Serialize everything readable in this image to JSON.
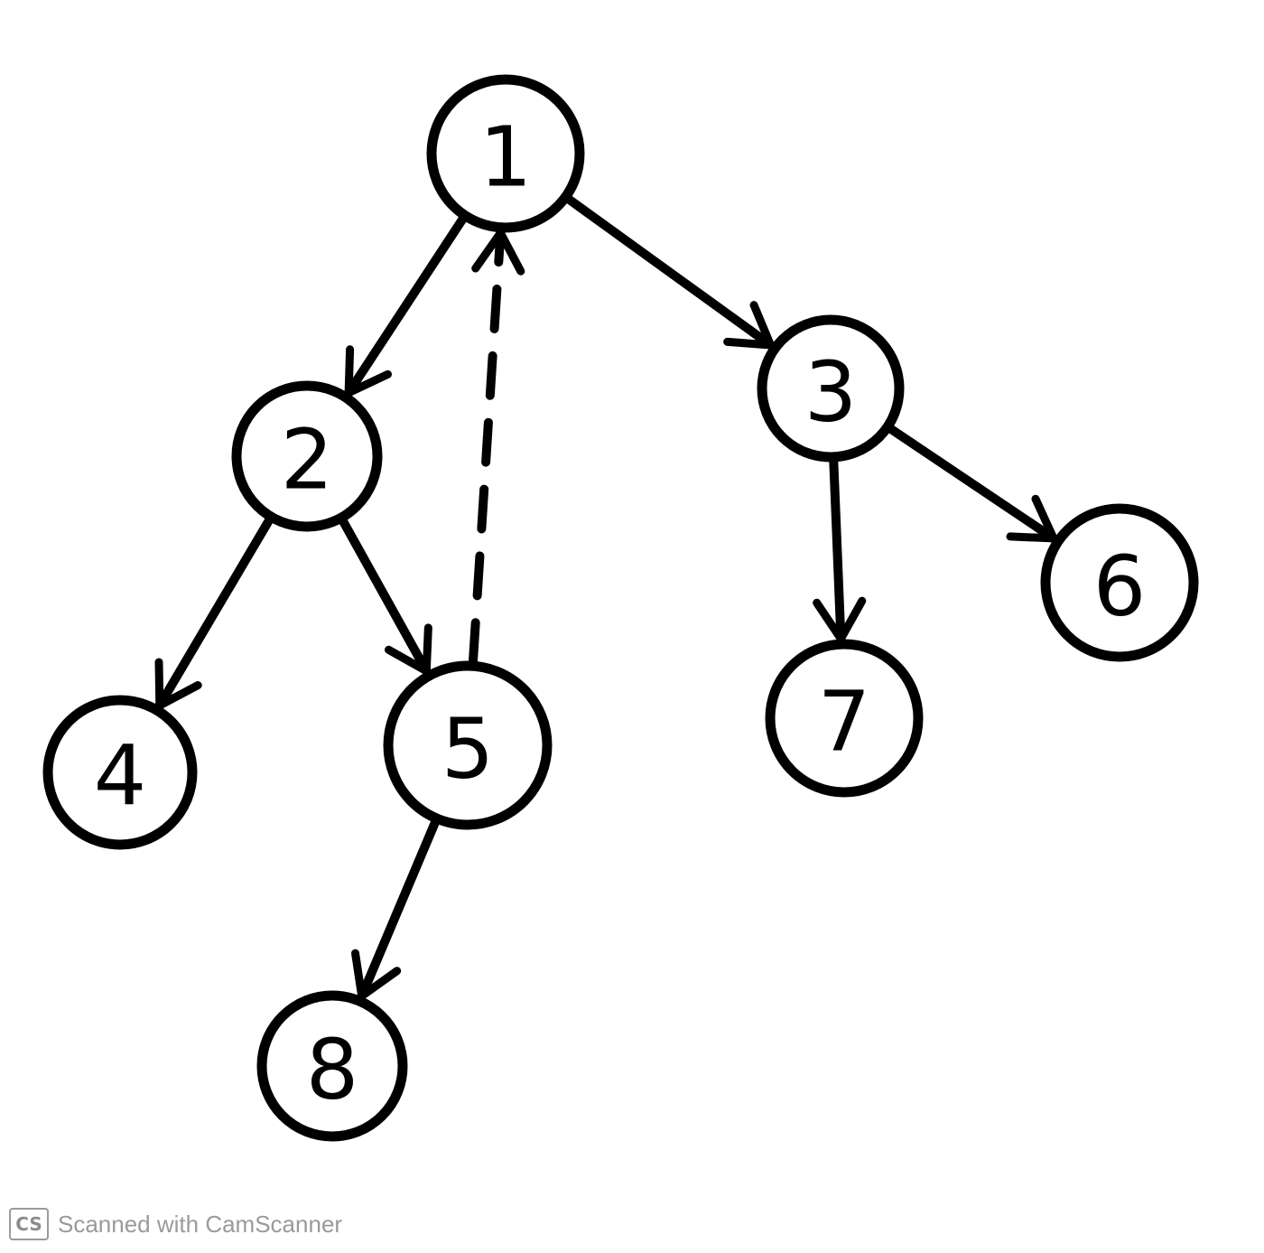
{
  "diagram": {
    "type": "directed-tree",
    "nodes": [
      {
        "id": "1",
        "label": "1"
      },
      {
        "id": "2",
        "label": "2"
      },
      {
        "id": "3",
        "label": "3"
      },
      {
        "id": "4",
        "label": "4"
      },
      {
        "id": "5",
        "label": "5"
      },
      {
        "id": "6",
        "label": "6"
      },
      {
        "id": "7",
        "label": "7"
      },
      {
        "id": "8",
        "label": "8"
      }
    ],
    "edges": [
      {
        "from": "1",
        "to": "2",
        "style": "solid"
      },
      {
        "from": "1",
        "to": "3",
        "style": "solid"
      },
      {
        "from": "2",
        "to": "4",
        "style": "solid"
      },
      {
        "from": "2",
        "to": "5",
        "style": "solid"
      },
      {
        "from": "5",
        "to": "8",
        "style": "solid"
      },
      {
        "from": "3",
        "to": "7",
        "style": "solid"
      },
      {
        "from": "3",
        "to": "6",
        "style": "solid"
      },
      {
        "from": "5",
        "to": "1",
        "style": "dashed"
      }
    ]
  },
  "watermark": {
    "logo": "CS",
    "text": "Scanned with CamScanner"
  }
}
